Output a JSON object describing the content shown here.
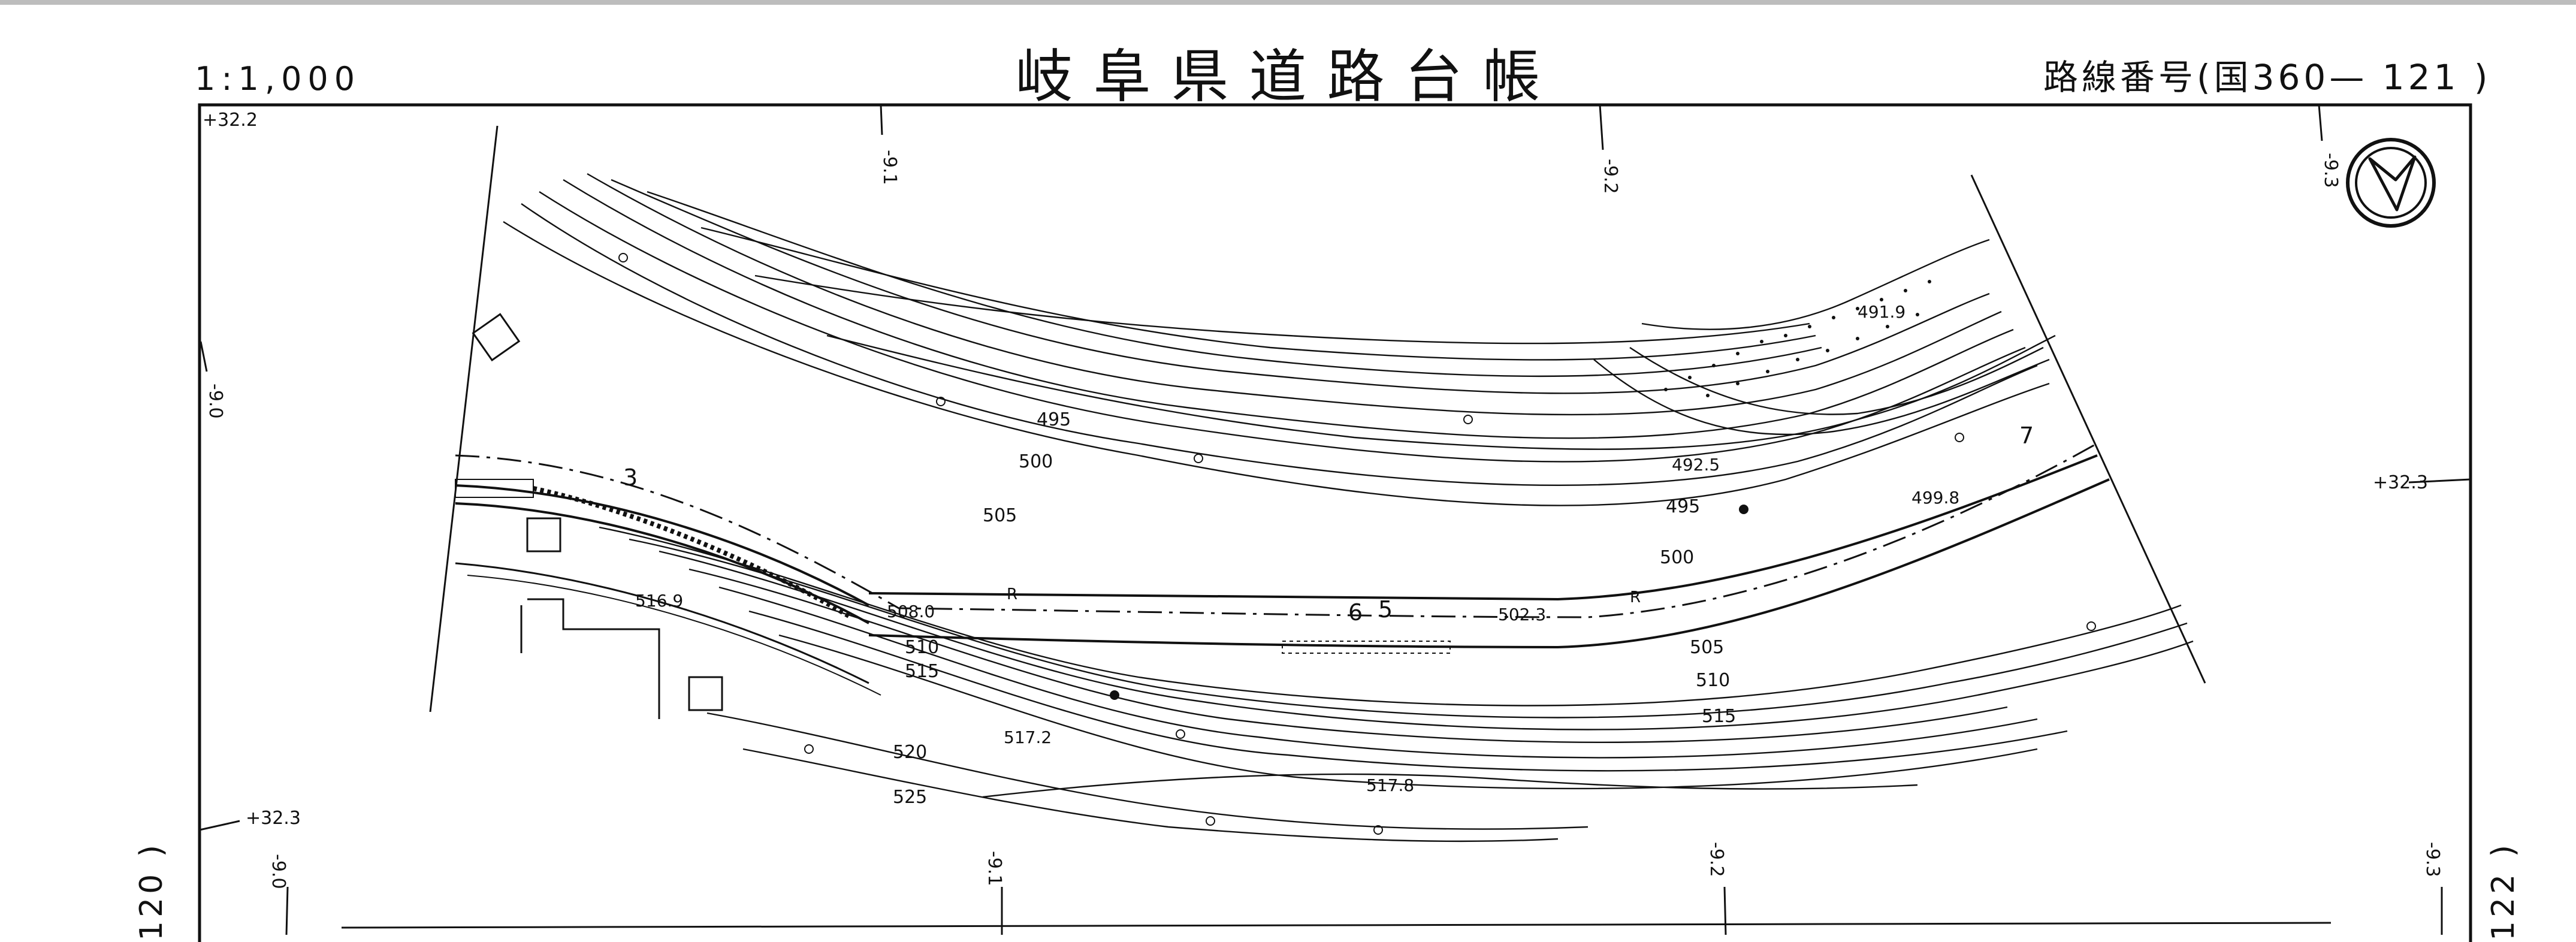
{
  "header": {
    "title": "岐阜県道路台帳",
    "scale": "1:1,000",
    "route_number": "路線番号(国360— 121  )"
  },
  "frame_corner_labels": {
    "top_left": "+32.2",
    "right": "+32.3",
    "bottom_left": "+32.3"
  },
  "grid_labels": {
    "top": [
      "-9.1",
      "-9.2",
      "-9.3"
    ],
    "bottom": [
      "-9.0",
      "-9.1",
      "-9.2",
      "-9.3"
    ],
    "left": "-9.0"
  },
  "adjacent_sheets": {
    "left": "120 )",
    "right": "122 )"
  },
  "contours": [
    "495",
    "500",
    "505",
    "510",
    "515",
    "520",
    "525"
  ],
  "spot_heights": [
    "491.9",
    "492.5",
    "499.8",
    "508.0",
    "502.3",
    "516.9",
    "517.2",
    "517.8"
  ],
  "road_station_labels": [
    "3",
    "5",
    "6",
    "7"
  ],
  "road_marks": [
    "R",
    "R"
  ],
  "icons": [
    "north-arrow-icon"
  ]
}
